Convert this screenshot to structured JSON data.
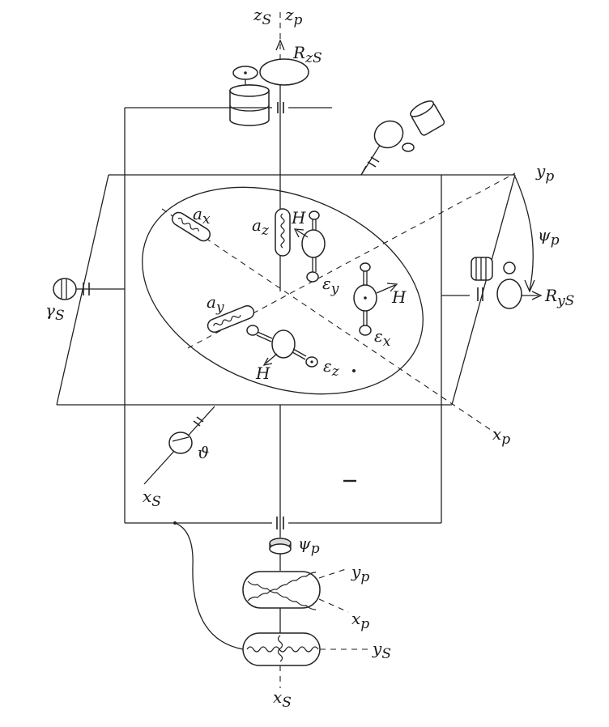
{
  "labels": {
    "z_s": "z",
    "z_s_sub": "S",
    "z_p": "z",
    "z_p_sub": "p",
    "r_zs": "R",
    "r_zs_sub": "zS",
    "y_p_top": "y",
    "y_p_top_sub": "p",
    "psi_p_right": "ψ",
    "psi_p_right_sub": "p",
    "r_ys": "R",
    "r_ys_sub": "yS",
    "gamma_s": "γ",
    "gamma_s_sub": "S",
    "a_x": "a",
    "a_x_sub": "x",
    "a_z": "a",
    "a_z_sub": "z",
    "a_y": "a",
    "a_y_sub": "y",
    "h_top": "H",
    "h_right": "H",
    "h_bottom": "H",
    "eps_y": "ε",
    "eps_y_sub": "y",
    "eps_x": "ε",
    "eps_x_sub": "x",
    "eps_z": "ε",
    "eps_z_sub": "z",
    "x_p_right": "x",
    "x_p_right_sub": "p",
    "theta": "ϑ",
    "x_s_left": "x",
    "x_s_left_sub": "S",
    "psi_p_bottom": "ψ",
    "psi_p_bottom_sub": "p",
    "y_p_bottom": "y",
    "y_p_bottom_sub": "p",
    "x_p_bottom": "x",
    "x_p_bottom_sub": "p",
    "y_s_bottom": "y",
    "y_s_bottom_sub": "S",
    "x_s_bottom": "x",
    "x_s_bottom_sub": "S"
  }
}
